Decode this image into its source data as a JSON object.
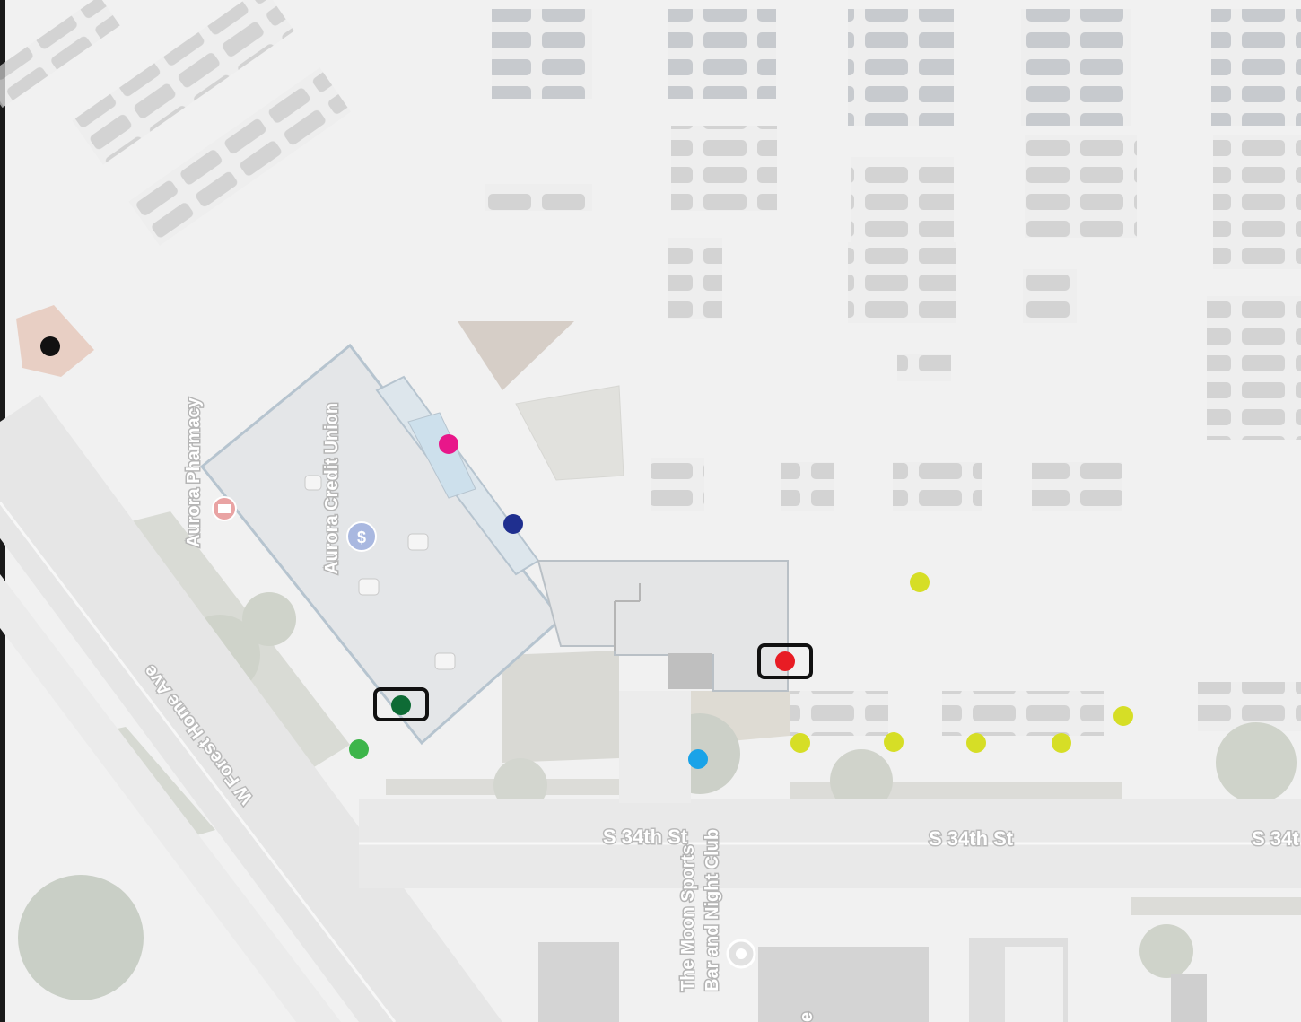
{
  "labels": {
    "pharmacy": "Aurora Pharmacy",
    "credit_union": "Aurora Credit Union",
    "avenue": "W Forest Home Ave",
    "street_left": "S 34th St",
    "street_mid": "S 34th St",
    "street_right": "S 34t",
    "sports_bar_line1": "The Moon Sports",
    "sports_bar_line2": "Bar and Night Club",
    "partial_label": "e",
    "bank_symbol": "$"
  },
  "colors": {
    "black": "#111111",
    "magenta": "#e8178a",
    "navy": "#1f2f8f",
    "yellow": "#d6de26",
    "red": "#e81c24",
    "dark_green": "#0e6b35",
    "green": "#3db54a",
    "light_blue": "#1aa3e8",
    "highlight": "#111111"
  },
  "icons": {
    "pharmacy": "pharmacy-pin-icon",
    "bank": "bank-dollar-icon",
    "poi": "place-pin-icon"
  }
}
